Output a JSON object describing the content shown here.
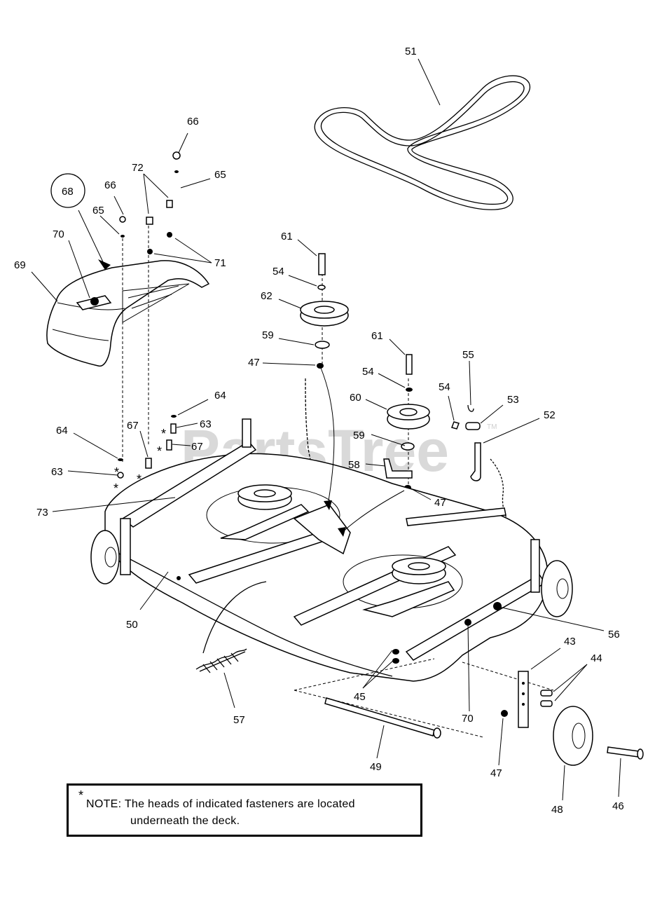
{
  "watermark": {
    "text": "PartsTree",
    "tm": "TM"
  },
  "callouts": [
    {
      "label": "51"
    },
    {
      "label": "66"
    },
    {
      "label": "65"
    },
    {
      "label": "72"
    },
    {
      "label": "68"
    },
    {
      "label": "66"
    },
    {
      "label": "65"
    },
    {
      "label": "70"
    },
    {
      "label": "71"
    },
    {
      "label": "69"
    },
    {
      "label": "61"
    },
    {
      "label": "54"
    },
    {
      "label": "62"
    },
    {
      "label": "59"
    },
    {
      "label": "47"
    },
    {
      "label": "61"
    },
    {
      "label": "54"
    },
    {
      "label": "60"
    },
    {
      "label": "55"
    },
    {
      "label": "54"
    },
    {
      "label": "53"
    },
    {
      "label": "52"
    },
    {
      "label": "59"
    },
    {
      "label": "58"
    },
    {
      "label": "47"
    },
    {
      "label": "64"
    },
    {
      "label": "63"
    },
    {
      "label": "67"
    },
    {
      "label": "64"
    },
    {
      "label": "67"
    },
    {
      "label": "63"
    },
    {
      "label": "73"
    },
    {
      "label": "50"
    },
    {
      "label": "56"
    },
    {
      "label": "43"
    },
    {
      "label": "44"
    },
    {
      "label": "45"
    },
    {
      "label": "70"
    },
    {
      "label": "57"
    },
    {
      "label": "49"
    },
    {
      "label": "47"
    },
    {
      "label": "48"
    },
    {
      "label": "46"
    }
  ],
  "stars": [
    "*",
    "*",
    "*",
    "*",
    "*"
  ],
  "note": {
    "star": "*",
    "line1": "NOTE: The heads of indicated fasteners are located",
    "line2": "underneath the deck."
  }
}
